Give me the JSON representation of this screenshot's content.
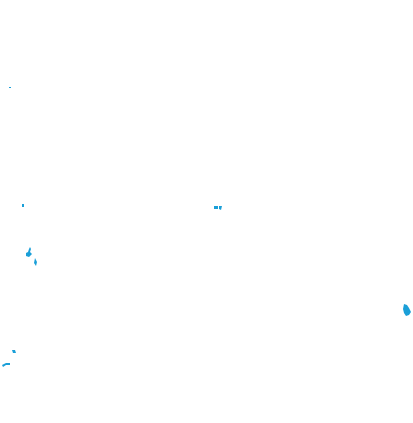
{
  "map": {
    "background_color": "#ffffff",
    "land_color": "#1a9fd8",
    "islands": [
      {
        "shape": "dot",
        "size": "tiny"
      },
      {
        "shape": "dot",
        "size": "small"
      },
      {
        "shape": "pair",
        "size": "small"
      },
      {
        "shape": "cluster",
        "size": "small"
      },
      {
        "shape": "sliver",
        "size": "small"
      },
      {
        "shape": "islet",
        "size": "medium"
      },
      {
        "shape": "dot",
        "size": "small"
      },
      {
        "shape": "hook",
        "size": "small"
      }
    ]
  }
}
